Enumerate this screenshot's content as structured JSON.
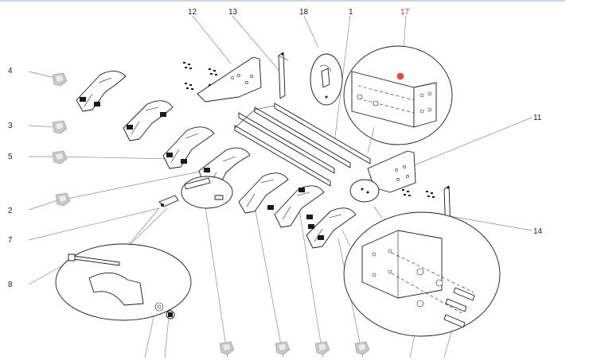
{
  "callouts": [
    {
      "label": "12",
      "active": false
    },
    {
      "label": "13",
      "active": false
    },
    {
      "label": "18",
      "active": false
    },
    {
      "label": "1",
      "active": false
    },
    {
      "label": "17",
      "active": true
    },
    {
      "label": "4",
      "active": false
    },
    {
      "label": "3",
      "active": false
    },
    {
      "label": "5",
      "active": false
    },
    {
      "label": "11",
      "active": false
    },
    {
      "label": "2",
      "active": false
    },
    {
      "label": "7",
      "active": false
    },
    {
      "label": "14",
      "active": false
    },
    {
      "label": "8",
      "active": false
    }
  ],
  "colors": {
    "highlight": "#c0392b",
    "line": "#1a1a1a",
    "leader": "#8a8a8a"
  }
}
